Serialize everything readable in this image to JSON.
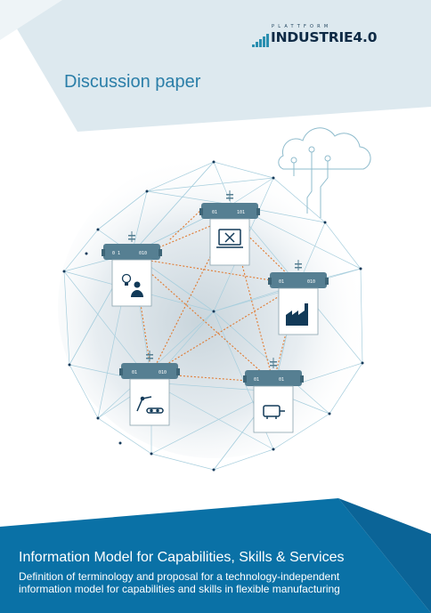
{
  "brand": {
    "plattform": "PLATTFORM",
    "wordmark": "INDUSTRIE4.0"
  },
  "document": {
    "type": "Discussion paper",
    "title": "Information Model for Capabilities, Skills & Services",
    "subtitle_line1": "Definition of terminology and proposal for a technology-independent",
    "subtitle_line2": "information model for capabilities and skills in flexible manufacturing"
  },
  "illustration": {
    "modules": [
      {
        "icon": "tools-laptop-icon",
        "code_left": "01",
        "code_right": "101"
      },
      {
        "icon": "idea-person-icon",
        "code_left": "0 1",
        "code_right": "010"
      },
      {
        "icon": "factory-icon",
        "code_left": "01",
        "code_right": "010"
      },
      {
        "icon": "robot-arm-conveyor-icon",
        "code_left": "01",
        "code_right": "010"
      },
      {
        "icon": "motor-icon",
        "code_left": "01",
        "code_right": "01"
      }
    ],
    "cloud_icon": "cloud-network-icon"
  },
  "colors": {
    "light_band": "#dde9ef",
    "accent": "#2a7ea8",
    "dark_band": "#0a71a6",
    "module": "#567f92",
    "network_line": "#a7cedd",
    "link_line": "#e0792f"
  }
}
